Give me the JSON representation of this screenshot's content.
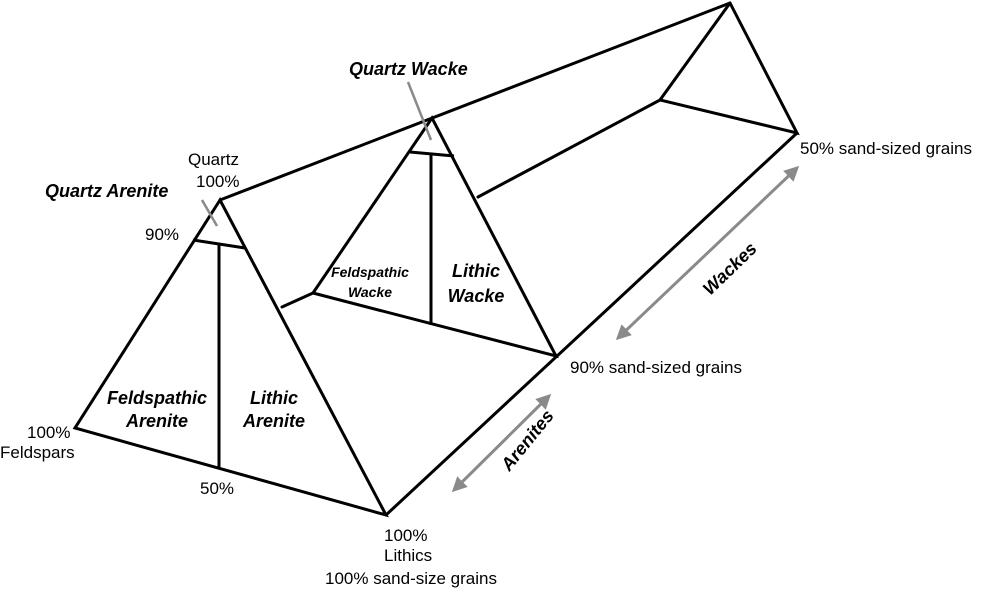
{
  "apex_labels": {
    "quartz": "Quartz",
    "quartz_pct": "100%",
    "feldspars_pct": "100%",
    "feldspars": "Feldspars",
    "lithics_pct": "100%",
    "lithics": "Lithics",
    "pct_90": "90%",
    "pct_50": "50%"
  },
  "grain_labels": {
    "front": "100% sand-size grains",
    "middle": "90% sand-sized grains",
    "back": "50% sand-sized grains"
  },
  "rock_names": {
    "quartz_arenite": "Quartz Arenite",
    "feldspathic_arenite_1": "Feldspathic",
    "feldspathic_arenite_2": "Arenite",
    "lithic_arenite_1": "Lithic",
    "lithic_arenite_2": "Arenite",
    "quartz_wacke": "Quartz Wacke",
    "feldspathic_wacke_1": "Feldspathic",
    "feldspathic_wacke_2": "Wacke",
    "lithic_wacke_1": "Lithic",
    "lithic_wacke_2": "Wacke"
  },
  "range_labels": {
    "arenites": "Arenites",
    "wackes": "Wackes"
  },
  "colors": {
    "lines": "#000000",
    "arrows": "#8a8a8a"
  }
}
